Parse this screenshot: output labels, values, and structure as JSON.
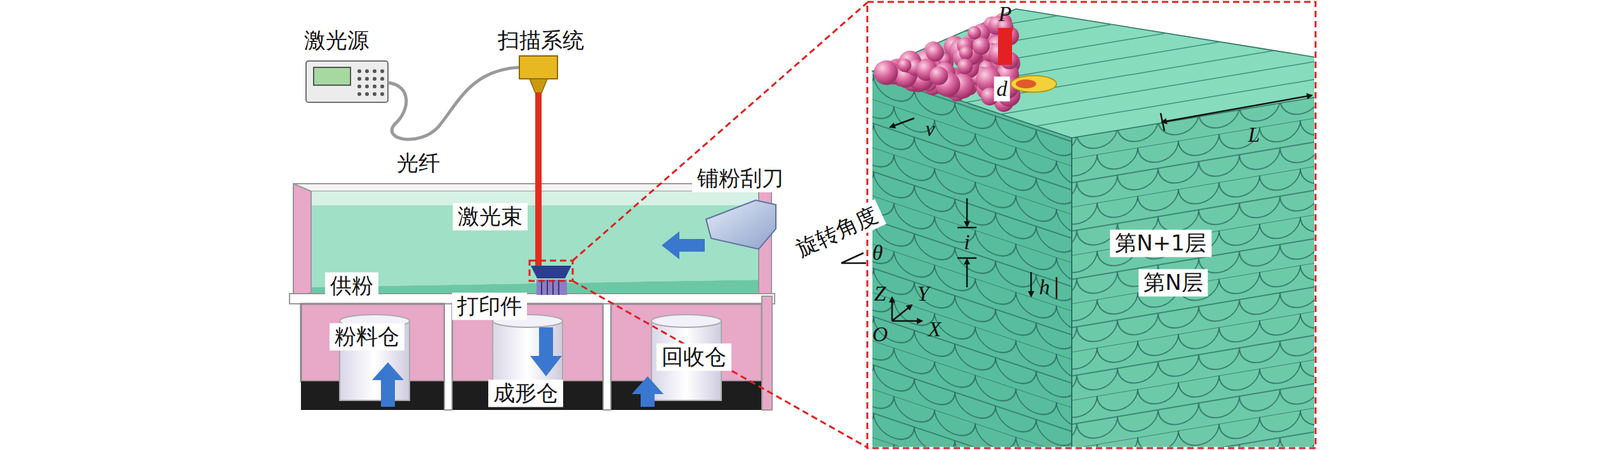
{
  "diagram": {
    "labels": [
      "激光源",
      "扫描系统",
      "光纤",
      "激光束",
      "铺粉刮刀",
      "供粉",
      "粉料仓",
      "打印件",
      "成形仓",
      "回收仓",
      "P",
      "d",
      "v",
      "L",
      "旋转角度",
      "θ",
      "i",
      "h",
      "第N+1层",
      "第N层",
      "Z",
      "Y",
      "O",
      "X"
    ]
  }
}
